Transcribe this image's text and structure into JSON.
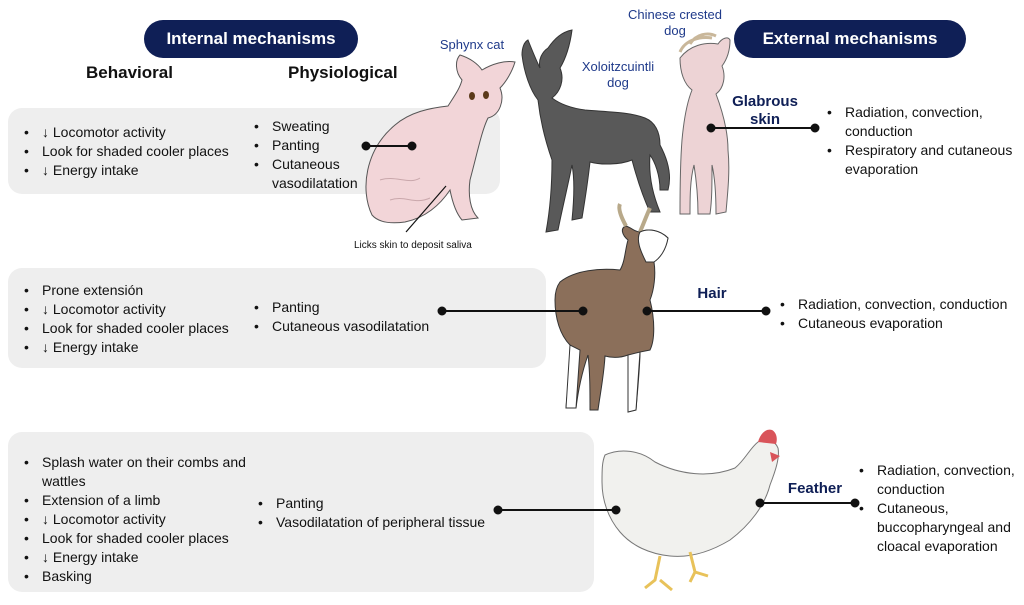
{
  "headers": {
    "internal": "Internal mechanisms",
    "external": "External mechanisms",
    "behavioral": "Behavioral",
    "physiological": "Physiological"
  },
  "animals": {
    "sphynx": "Sphynx cat",
    "xolo": "Xoloitzcuintli dog",
    "crested": "Chinese crested dog"
  },
  "rows": [
    {
      "behavioral": [
        "↓ Locomotor activity",
        "Look for shaded cooler places",
        "↓ Energy intake"
      ],
      "physiological": [
        "Sweating",
        "Panting",
        "Cutaneous vasodilatation"
      ],
      "mechanism": "Glabrous skin",
      "external": [
        "Radiation, convection, conduction",
        "Respiratory and cutaneous evaporation"
      ],
      "note": "Licks skin to deposit saliva"
    },
    {
      "behavioral": [
        "Prone extensión",
        "↓ Locomotor activity",
        "Look for shaded cooler places",
        "↓  Energy intake"
      ],
      "physiological": [
        "Panting",
        "Cutaneous vasodilatation"
      ],
      "mechanism": "Hair",
      "external": [
        "Radiation, convection, conduction",
        "Cutaneous evaporation"
      ]
    },
    {
      "behavioral": [
        "Splash water on their combs and wattles",
        "Extension of a limb",
        "↓ Locomotor activity",
        "Look for shaded cooler places",
        "↓ Energy intake",
        "Basking"
      ],
      "physiological": [
        "Panting",
        "Vasodilatation of peripheral tissue"
      ],
      "mechanism": "Feather",
      "external": [
        "Radiation, convection, conduction",
        "Cutaneous, buccopharyngeal and cloacal evaporation"
      ]
    }
  ],
  "colors": {
    "navy": "#0f1f56",
    "panel": "#eeeeee",
    "animal_label": "#1f3a8a"
  }
}
